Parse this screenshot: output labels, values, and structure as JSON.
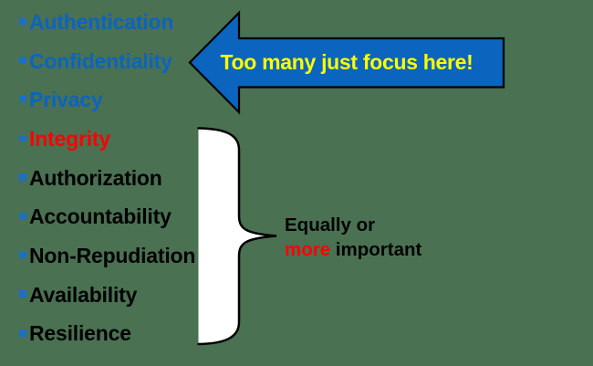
{
  "slide": {
    "background_color": "#4A7152",
    "list": {
      "bullet_color": "#1E6FC2",
      "items": [
        {
          "label": "Authentication",
          "color": "#0B64BE"
        },
        {
          "label": "Confidentiality",
          "color": "#0B64BE"
        },
        {
          "label": "Privacy",
          "color": "#0B64BE"
        },
        {
          "label": "Integrity",
          "color": "#FF0000"
        },
        {
          "label": "Authorization",
          "color": "#000000"
        },
        {
          "label": "Accountability",
          "color": "#000000"
        },
        {
          "label": "Non-Repudiation",
          "color": "#000000"
        },
        {
          "label": "Availability",
          "color": "#000000"
        },
        {
          "label": "Resilience",
          "color": "#000000"
        }
      ]
    },
    "arrow_callout": {
      "label": "Too many just focus here!",
      "fill_color": "#0B64BE",
      "outline_color": "#000000",
      "text_color": "#FFFF00"
    },
    "brace_annotation": {
      "line1": "Equally or",
      "line2_highlight": "more",
      "line2_rest": " important",
      "highlight_color": "#FF0000",
      "text_color": "#000000",
      "brace_fill": "#FFFFFF",
      "brace_outline": "#000000"
    }
  }
}
